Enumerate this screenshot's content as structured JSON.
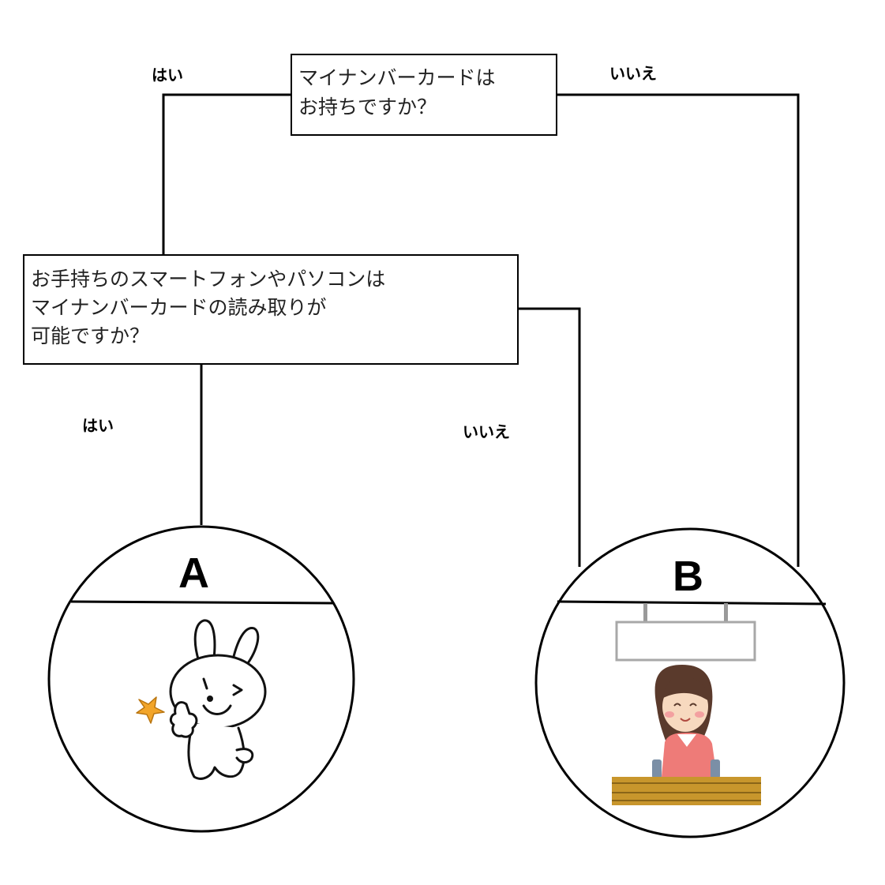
{
  "questions": {
    "q1": "マイナンバーカードは\nお持ちですか？",
    "q2": "お手持ちのスマートフォンやパソコンは\nマイナンバーカードの読み取りが\n可能ですか？"
  },
  "branches": {
    "q1_yes": "はい",
    "q1_no": "いいえ",
    "q2_yes": "はい",
    "q2_no": "いいえ"
  },
  "outcomes": {
    "a": "A",
    "b": "B"
  },
  "icons": {
    "a": "mascot-rabbit-thumbs-up-icon",
    "b": "reception-clerk-counter-icon"
  },
  "colors": {
    "line": "#000000",
    "sparkle": "#f2a52a",
    "counter": "#c8962c",
    "clerk_apron": "#ee7b78"
  }
}
